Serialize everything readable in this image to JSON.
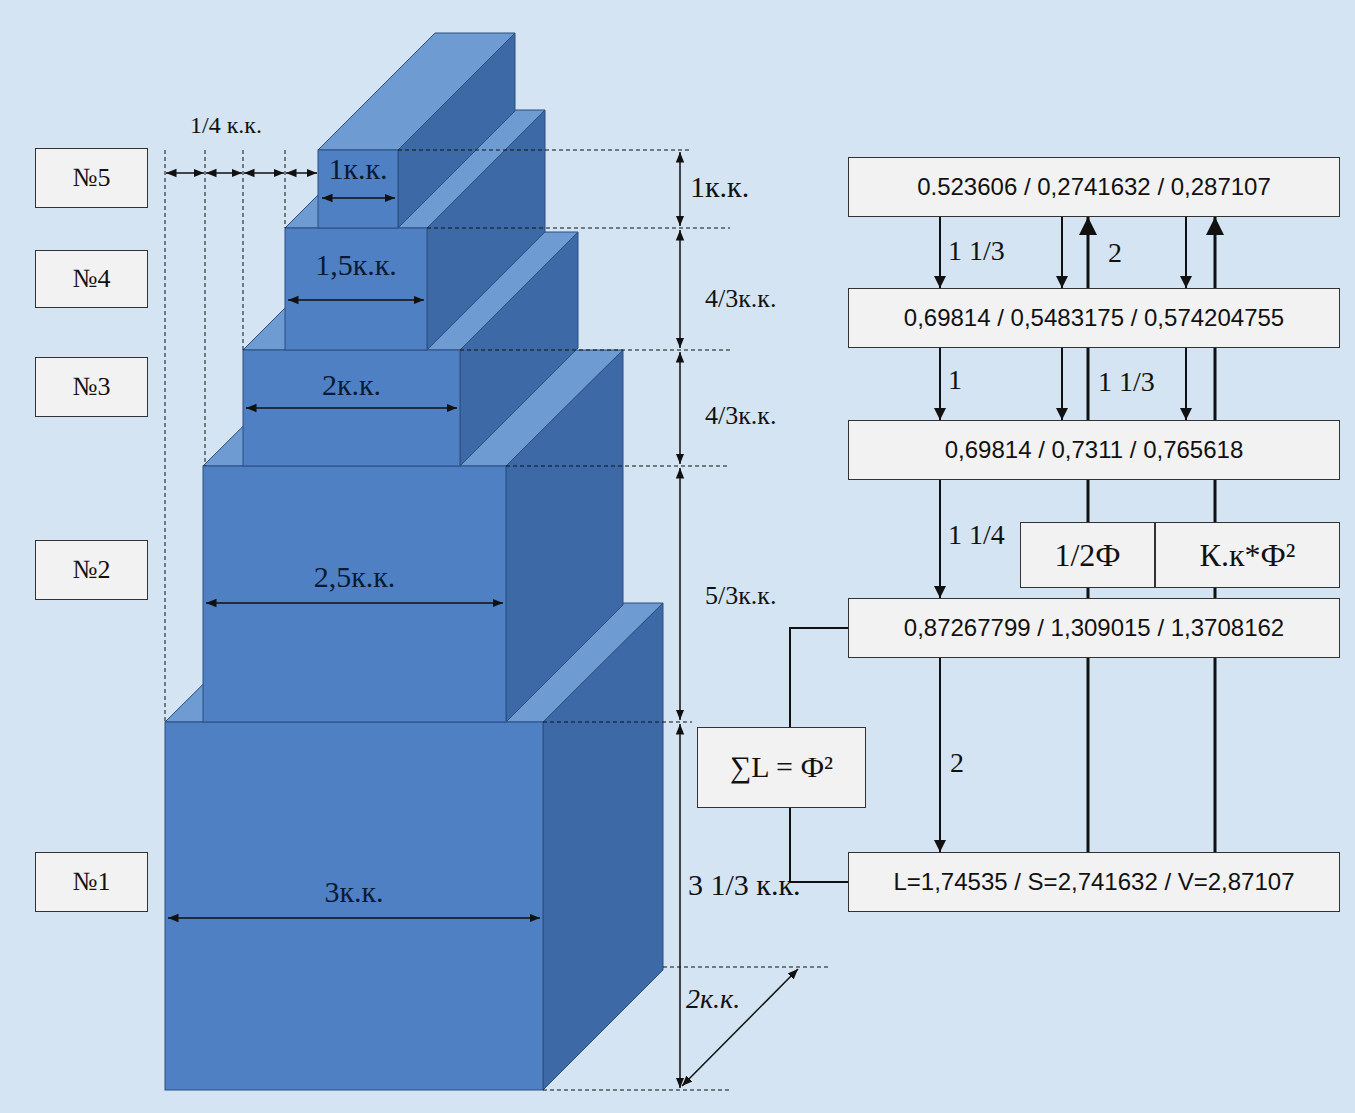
{
  "diagram": {
    "nodes": [
      {
        "text": [
          "№5"
        ]
      },
      {
        "text": [
          "№4"
        ]
      },
      {
        "text": [
          "№3"
        ]
      },
      {
        "text": [
          "№2"
        ]
      },
      {
        "text": [
          "№1"
        ]
      },
      {
        "text": [
          "1к.к."
        ]
      },
      {
        "text": [
          "1,5к.к."
        ]
      },
      {
        "text": [
          "2к.к."
        ]
      },
      {
        "text": [
          "2,5к.к."
        ]
      },
      {
        "text": [
          "3к.к."
        ]
      },
      {
        "text": [
          "0.523606 / 0,2741632 / 0,287107"
        ]
      },
      {
        "text": [
          "0,69814 / 0,5483175 / 0,574204755"
        ]
      },
      {
        "text": [
          "0,69814 / 0,7311 / 0,765618"
        ]
      },
      {
        "text": [
          "0,87267799 / 1,309015 / 1,3708162"
        ]
      },
      {
        "text": [
          "L=1,74535 / S=2,741632 / V=2,87107"
        ]
      },
      {
        "text": [
          "1/2Ф"
        ]
      },
      {
        "text": [
          "К.к*Ф²"
        ]
      },
      {
        "text": [
          "∑L = Ф²"
        ]
      }
    ],
    "edges": [
      {
        "from": 10,
        "to": 11,
        "arrow": "to",
        "label": "1 1/3"
      },
      {
        "from": 10,
        "to": 11,
        "arrow": "to"
      },
      {
        "from": 11,
        "to": 10,
        "arrow": "to",
        "label": "2"
      },
      {
        "from": 10,
        "to": 11,
        "arrow": "to"
      },
      {
        "from": 11,
        "to": 10,
        "arrow": "to"
      },
      {
        "from": 11,
        "to": 12,
        "arrow": "to",
        "label": "1"
      },
      {
        "from": 11,
        "to": 12,
        "arrow": "to",
        "label": "1 1/3"
      },
      {
        "from": 12,
        "to": 11,
        "arrow": "none"
      },
      {
        "from": 11,
        "to": 12,
        "arrow": "to"
      },
      {
        "from": 12,
        "to": 11,
        "arrow": "none"
      },
      {
        "from": 12,
        "to": 13,
        "arrow": "to",
        "label": "1 1/4"
      },
      {
        "from": 15,
        "to": 12,
        "arrow": "none"
      },
      {
        "from": 16,
        "to": 12,
        "arrow": "none"
      },
      {
        "from": 13,
        "to": 15,
        "arrow": "none"
      },
      {
        "from": 13,
        "to": 16,
        "arrow": "none"
      },
      {
        "from": 13,
        "to": 14,
        "arrow": "to",
        "label": "2"
      },
      {
        "from": 14,
        "to": 13,
        "arrow": "none"
      },
      {
        "from": 14,
        "to": 13,
        "arrow": "none"
      },
      {
        "from": 13,
        "to": 17,
        "arrow": "none"
      },
      {
        "from": 17,
        "to": 14,
        "arrow": "none"
      }
    ],
    "labels": [
      "1/4 к.к.",
      "1к.к.",
      "4/3к.к.",
      "4/3к.к.",
      "5/3к.к.",
      "3 1/3 к.к.",
      "2к.к."
    ]
  }
}
